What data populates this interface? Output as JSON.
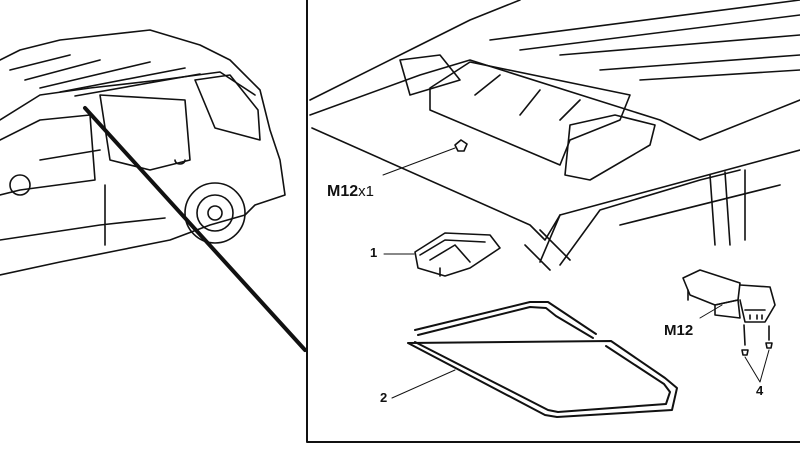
{
  "labels": {
    "sensor_top": "M12",
    "sensor_top_suffix": "x1",
    "part_1": "1",
    "part_2": "2",
    "sensor_right": "M12",
    "part_4": "4"
  }
}
